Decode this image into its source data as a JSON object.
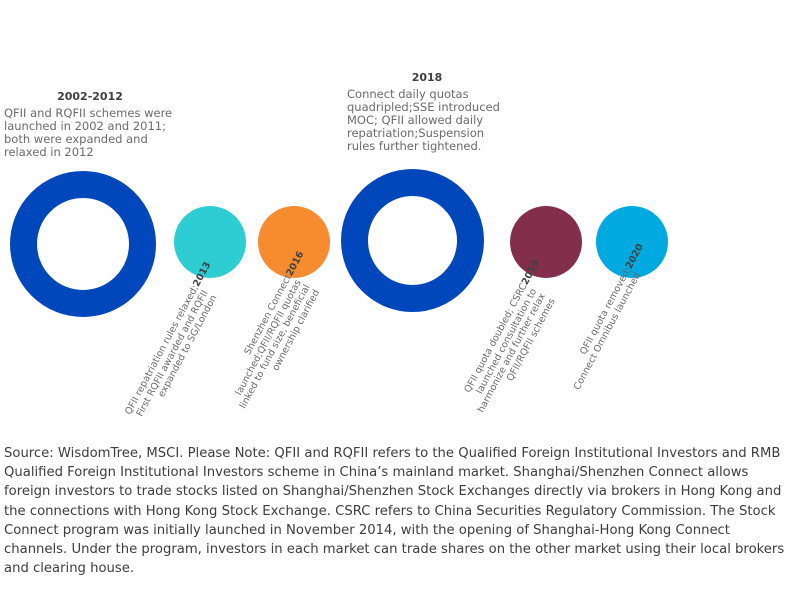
{
  "events": {
    "e2002": {
      "year": "2002-2012",
      "text": "QFII and RQFII schemes were launched in 2002 and 2011; both were expanded and  relaxed in 2012",
      "color": "#0047bb"
    },
    "e2013": {
      "year": "2013",
      "lines": [
        "QFII repatriation rules relaxed;",
        "First RQFII awarded and RQFII",
        "expanded to SG/London"
      ],
      "color": "#2ecdd4"
    },
    "e2016": {
      "year": "2016",
      "lines": [
        "Shenzhen Connect",
        "launched;QFII/RQFII quotas",
        "linked to fund size, beneficial",
        "ownership clarified"
      ],
      "color": "#f68c2f"
    },
    "e2018": {
      "year": "2018",
      "text": "Connect daily quotas quadripled;SSE introduced MOC; QFII allowed daily repatriation;Suspension rules further tightened.",
      "color": "#0047bb"
    },
    "e2019": {
      "year": "2019",
      "lines": [
        "QFII quota doubled; CSRC",
        "launched consultation to",
        "harmonize and further relax",
        "QFII/RQFII schemes"
      ],
      "color": "#832f4c"
    },
    "e2020": {
      "year": "2020",
      "lines": [
        "QFII quota removed;",
        "Connect Omnibus launched"
      ],
      "color": "#00a9e0"
    }
  },
  "footnote": "Source: WisdomTree, MSCI. Please Note:  QFII and RQFII refers to the Qualified Foreign Institutional Investors and RMB Qualified Foreign Institutional Investors scheme in China’s mainland market. Shanghai/Shenzhen Connect allows foreign investors to trade stocks listed on Shanghai/Shenzhen Stock Exchanges directly via brokers in Hong Kong and the connections with Hong Kong Stock Exchange. CSRC refers to China Securities Regulatory Commission. The Stock Connect program was initially launched in November 2014, with the opening of Shanghai-Hong Kong Connect channels. Under the program, investors in each market can trade shares on the other market using their local brokers and clearing house."
}
